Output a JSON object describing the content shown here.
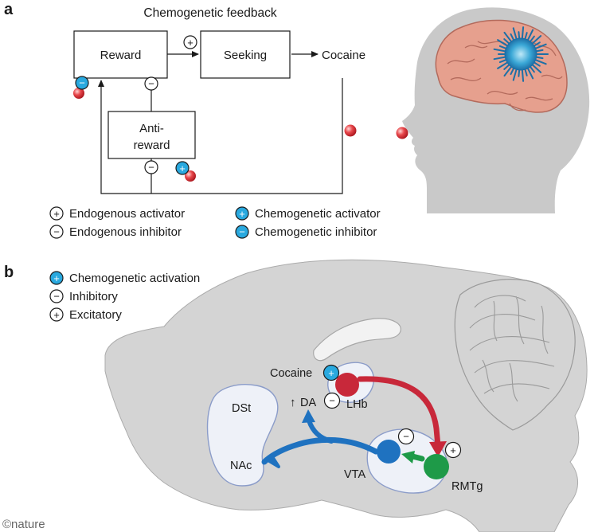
{
  "panel_a": {
    "label": "a",
    "title": "Chemogenetic feedback",
    "reward": "Reward",
    "seeking": "Seeking",
    "cocaine": "Cocaine",
    "anti_reward_line1": "Anti-",
    "anti_reward_line2": "reward",
    "legend": {
      "endogenous_activator": "Endogenous activator",
      "endogenous_inhibitor": "Endogenous inhibitor",
      "chemogenetic_activator": "Chemogenetic activator",
      "chemogenetic_inhibitor": "Chemogenetic inhibitor"
    }
  },
  "panel_b": {
    "label": "b",
    "legend": {
      "chemogenetic_activation": "Chemogenetic activation",
      "inhibitory": "Inhibitory",
      "excitatory": "Excitatory"
    },
    "cocaine": "Cocaine",
    "da": "DA",
    "lhb": "LHb",
    "dst": "DSt",
    "nac": "NAc",
    "vta": "VTA",
    "rmtg": "RMTg"
  },
  "symbols": {
    "plus": "+",
    "minus": "−",
    "up_arrow": "↑"
  },
  "credit": "©nature",
  "colors": {
    "chemogenetic_blue": "#29a9df",
    "lhb_red": "#c8283a",
    "vta_blue": "#1f72c0",
    "rmtg_green": "#1e9a48",
    "brain_grey": "#d4d4d4",
    "region_fill": "#eef1f8",
    "region_outline": "#8b9cc9",
    "head_grey": "#c9c9c9",
    "cortex_pink": "#e6a08e",
    "drug_blue": "#3aa7d6"
  }
}
